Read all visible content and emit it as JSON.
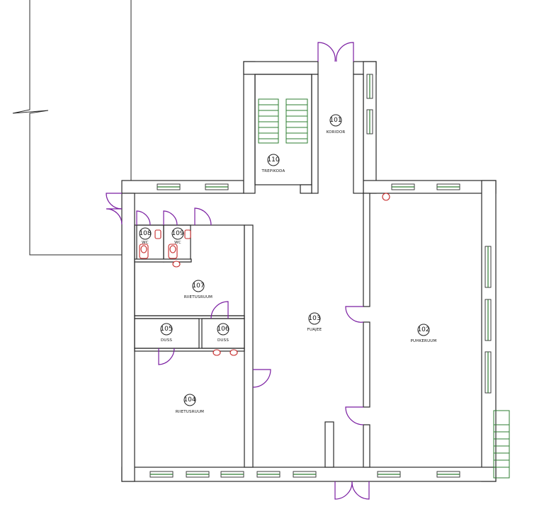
{
  "rooms": [
    {
      "number": "101",
      "name": "KORIDOR"
    },
    {
      "number": "110",
      "name": "TREPIKODA"
    },
    {
      "number": "108",
      "name": "WC"
    },
    {
      "number": "109",
      "name": "WC"
    },
    {
      "number": "107",
      "name": "RIIETUSRUUM"
    },
    {
      "number": "105",
      "name": "DUSS"
    },
    {
      "number": "106",
      "name": "DUSS"
    },
    {
      "number": "103",
      "name": "FUAJEE"
    },
    {
      "number": "104",
      "name": "RIIETUSRUUM"
    },
    {
      "number": "102",
      "name": "PUHKERUUM"
    }
  ],
  "colors": {
    "walls": "#2a2a2a",
    "windows": "#2e7d32",
    "doors": "#7b1fa2",
    "fixtures": "#c62828"
  }
}
